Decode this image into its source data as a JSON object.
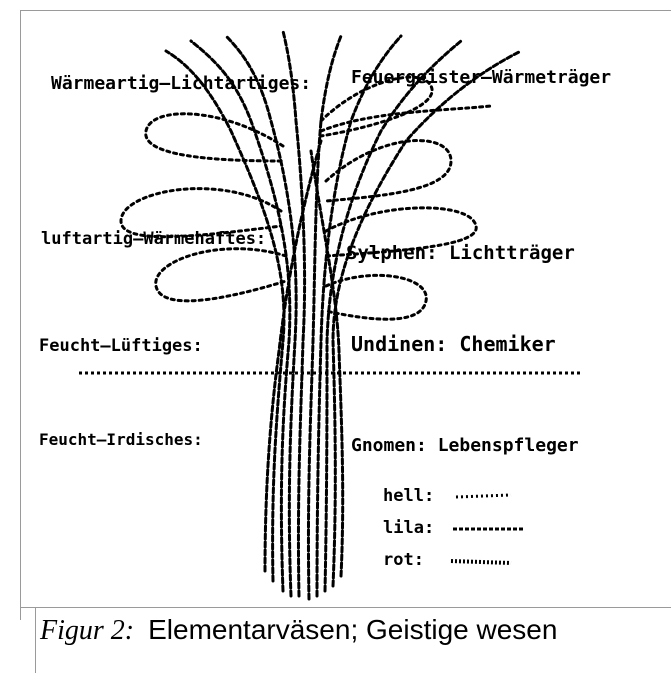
{
  "labels": {
    "top_left": "Wärmeartig–Lichtartiges:",
    "top_right": "Feuergeister–Wärmeträger",
    "mid_left": "luftartig–Wärmehaftes:",
    "mid_right": "Sylphen: Lichtträger",
    "lower_left": "Feucht–Lüftiges:",
    "lower_right": "Undinen: Chemiker",
    "bottom_left": "Feucht–Irdisches:",
    "bottom_right": "Gnomen: Lebenspfleger"
  },
  "legend": [
    {
      "label": "hell:",
      "stroke": "#000000"
    },
    {
      "label": "lila:",
      "stroke": "#000000"
    },
    {
      "label": "rot:",
      "stroke": "#000000"
    }
  ],
  "caption": {
    "label": "Figur 2:",
    "text": "Elementarväsen; Geistige wesen"
  }
}
